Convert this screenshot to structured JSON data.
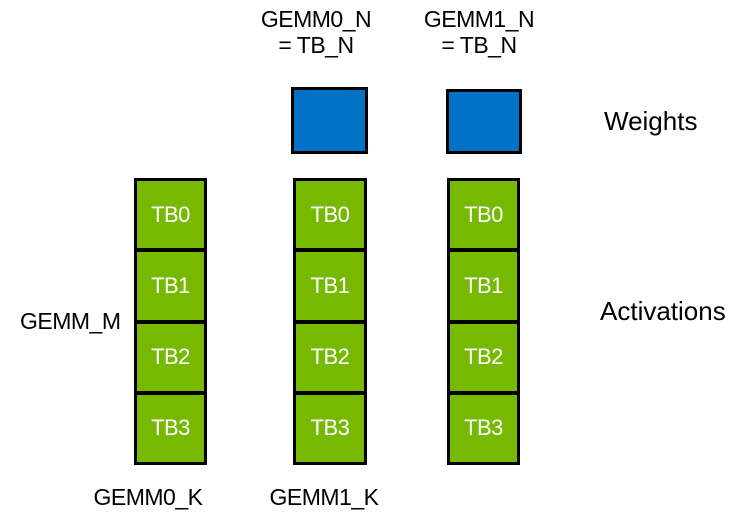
{
  "diagram": {
    "title_semantic": "GEMM thread-block tiling diagram",
    "top_labels": [
      {
        "line1": "GEMM0_N",
        "line2": "= TB_N"
      },
      {
        "line1": "GEMM1_N",
        "line2": "= TB_N"
      }
    ],
    "left_label": "GEMM_M",
    "right_labels": {
      "weights": "Weights",
      "activations": "Activations"
    },
    "bottom_labels": [
      "GEMM0_K",
      "GEMM1_K"
    ],
    "columns": [
      {
        "blocks": [
          "TB0",
          "TB1",
          "TB2",
          "TB3"
        ]
      },
      {
        "blocks": [
          "TB0",
          "TB1",
          "TB2",
          "TB3"
        ]
      },
      {
        "blocks": [
          "TB0",
          "TB1",
          "TB2",
          "TB3"
        ]
      }
    ],
    "weight_blocks": 2,
    "colors": {
      "activation_green": "#76B900",
      "weight_blue": "#0071C5",
      "border": "#000000",
      "block_text": "#ffffff",
      "label_text": "#000000",
      "background": "#ffffff"
    }
  }
}
